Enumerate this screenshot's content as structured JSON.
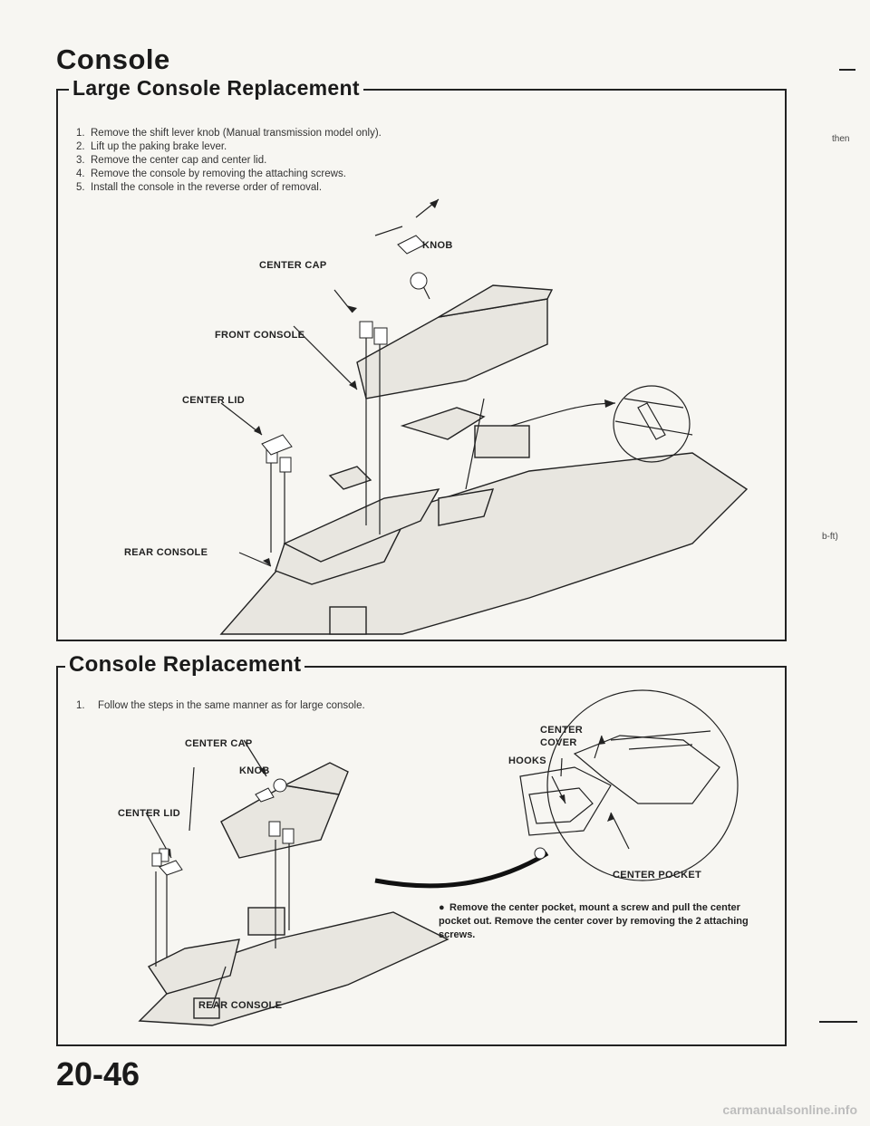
{
  "page_title": "Console",
  "large_section": {
    "title": "Large Console Replacement",
    "steps": [
      {
        "num": "1.",
        "text": "Remove the shift lever knob (Manual transmission model only)."
      },
      {
        "num": "2.",
        "text": "Lift up the paking brake lever."
      },
      {
        "num": "3.",
        "text": "Remove the center cap and center lid."
      },
      {
        "num": "4.",
        "text": "Remove the console by removing the attaching screws."
      },
      {
        "num": "5.",
        "text": "Install the console in the reverse order of removal."
      }
    ],
    "callouts": {
      "knob": "KNOB",
      "center_cap": "CENTER CAP",
      "front_console": "FRONT CONSOLE",
      "center_lid": "CENTER LID",
      "rear_console": "REAR CONSOLE"
    }
  },
  "small_section": {
    "title": "Console Replacement",
    "steps": [
      {
        "num": "1.",
        "text": "Follow the steps in the same manner as for large console."
      }
    ],
    "callouts": {
      "center_cap": "CENTER CAP",
      "knob": "KNOB",
      "center_lid": "CENTER LID",
      "rear_console": "REAR CONSOLE",
      "center_cover": "CENTER COVER",
      "hooks": "HOOKS",
      "center_pocket": "CENTER POCKET"
    },
    "note": "Remove the center pocket, mount a screw and pull the center pocket out. Remove the center cover by removing the 2 attaching screws."
  },
  "margin": {
    "then": "then",
    "bft": "b-ft)"
  },
  "page_number": "20-46",
  "watermark": "carmanualsonline.info"
}
